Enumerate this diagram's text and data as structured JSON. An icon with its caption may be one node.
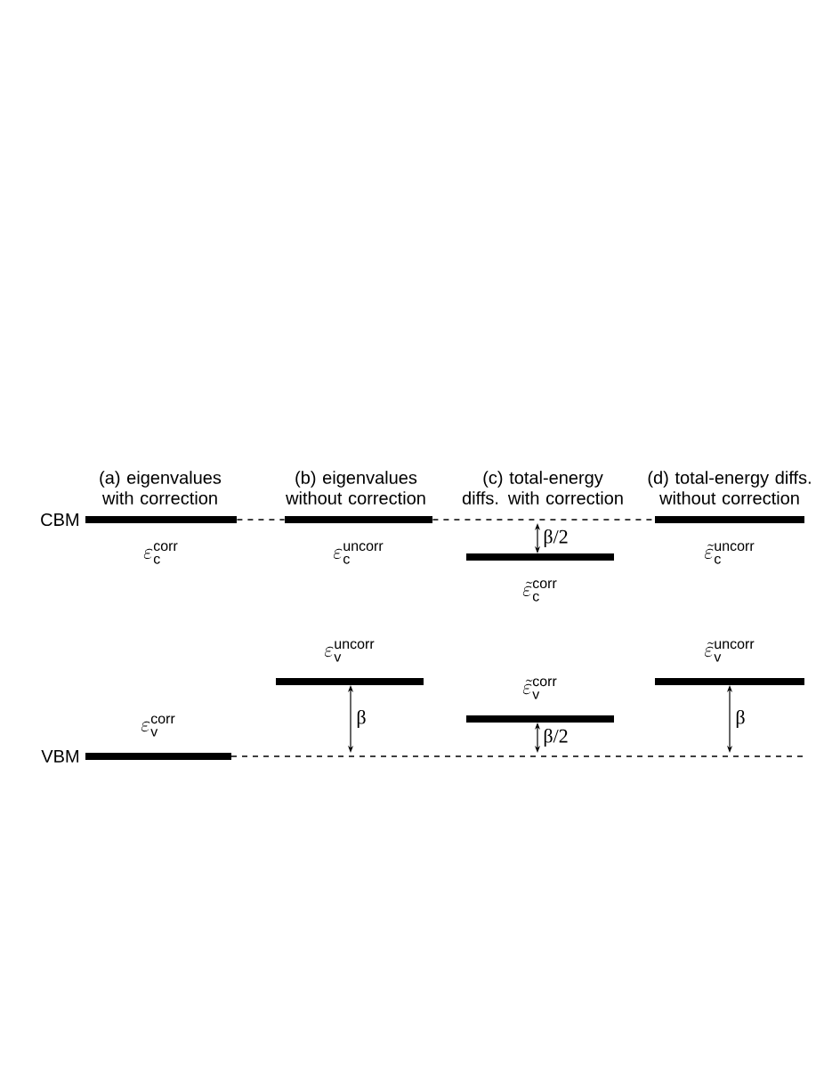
{
  "diagram": {
    "nodes": [
      {
        "text": [],
        "shape": "bar",
        "beside": [
          "\\varepsilon_{\\mathrm{c}}^{\\mathrm{corr}}"
        ]
      },
      {
        "text": [],
        "shape": "bar",
        "beside": [
          "\\varepsilon_{\\mathrm{c}}^{\\mathrm{uncorr}}"
        ]
      },
      {
        "text": [],
        "shape": "bar",
        "beside": [
          "\\tilde{\\varepsilon}_{\\mathrm{c}}^{\\mathrm{corr}}"
        ]
      },
      {
        "text": [],
        "shape": "bar",
        "beside": [
          "\\tilde{\\varepsilon}_{\\mathrm{c}}^{\\mathrm{uncorr}}"
        ]
      },
      {
        "text": [],
        "shape": "bar",
        "beside": [
          "\\varepsilon_{\\mathrm{v}}^{\\mathrm{corr}}"
        ]
      },
      {
        "text": [],
        "shape": "bar",
        "beside": [
          "\\varepsilon_{\\mathrm{v}}^{\\mathrm{uncorr}}"
        ]
      },
      {
        "text": [],
        "shape": "bar",
        "beside": [
          "\\tilde{\\varepsilon}_{\\mathrm{v}}^{\\mathrm{corr}}"
        ]
      },
      {
        "text": [],
        "shape": "bar",
        "beside": [
          "\\tilde{\\varepsilon}_{\\mathrm{v}}^{\\mathrm{uncorr}}"
        ]
      }
    ],
    "edges": [
      {
        "from": 0,
        "to": 1,
        "arrow": "none",
        "style": "dashed"
      },
      {
        "from": 1,
        "to": 3,
        "arrow": "none",
        "style": "dashed"
      }
    ],
    "labels": [
      "(a) eigenvalues with correction",
      "(b) eigenvalues without correction",
      "(c) total-energy diffs. with correction",
      "(d) total-energy diffs. without correction",
      "CBM",
      "VBM",
      "β/2",
      "β",
      "β/2",
      "β"
    ]
  }
}
